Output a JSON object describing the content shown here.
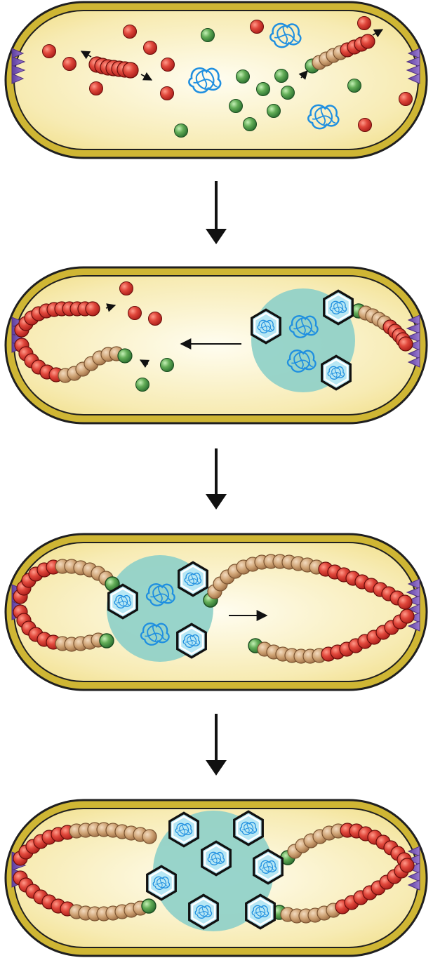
{
  "diagram": {
    "panel_count": 4,
    "transition_arrow_count": 3,
    "colors": {
      "cell_outline": "#1f1f1f",
      "cell_wall": "#cfb634",
      "cytoplasm_edge": "#f3df86",
      "cytoplasm_center": "#fffdf0",
      "nucleoid_zone": "#8fd0c8",
      "red_subunit": "#d63328",
      "green_subunit": "#4e9a45",
      "tan_subunit": "#c9a06b",
      "pole_marker": "#7b59b8",
      "capsid_fill": "#b7e7f4",
      "dna_coil": "#1f8fe0"
    },
    "icons": {
      "pole_marker": "triangle-cluster",
      "capsid": "hexagon",
      "dna_genome": "coiled-strand",
      "subunit": "bead"
    }
  }
}
